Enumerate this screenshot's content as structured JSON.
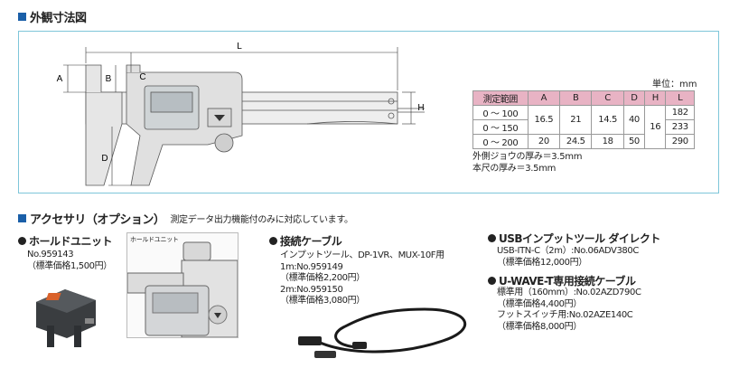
{
  "section_dimensions": {
    "title": "外観寸法図"
  },
  "drawing_labels": {
    "L": "L",
    "A": "A",
    "B": "B",
    "C": "C",
    "D": "D",
    "H": "H"
  },
  "unit_label": "単位：mm",
  "spec_table": {
    "headers": [
      "測定範囲",
      "A",
      "B",
      "C",
      "D",
      "H",
      "L"
    ],
    "rows": [
      {
        "range": "0 〜 100",
        "A": "16.5",
        "B": "21",
        "C": "14.5",
        "D": "40",
        "H": "16",
        "L": "182"
      },
      {
        "range": "0 〜 150",
        "L": "233"
      },
      {
        "range": "0 〜 200",
        "A": "20",
        "B": "24.5",
        "C": "18",
        "D": "50",
        "L": "290"
      }
    ]
  },
  "spec_notes": [
    "外側ジョウの厚み＝3.5mm",
    "本尺の厚み＝3.5mm"
  ],
  "section_accessories": {
    "title": "アクセサリ（オプション）",
    "note": "測定データ出力機能付のみに対応しています。"
  },
  "hold_unit": {
    "title": "ホールドユニット",
    "lines": [
      "No.959143",
      "（標準価格1,500円）"
    ],
    "photo_label": "ホールドユニット"
  },
  "connection_cable": {
    "title": "接続ケーブル",
    "lines": [
      "インプットツール、DP-1VR、MUX-10F用",
      "1m:No.959149",
      "（標準価格2,200円）",
      "2m:No.959150",
      "（標準価格3,080円）"
    ]
  },
  "usb_tool": {
    "title": "USBインプットツール ダイレクト",
    "lines": [
      "USB-ITN-C（2m）:No.06ADV380C",
      "（標準価格12,000円）"
    ]
  },
  "uwave_cable": {
    "title": "U-WAVE-T専用接続ケーブル",
    "lines": [
      "標準用（160mm）:No.02AZD790C",
      "（標準価格4,400円）",
      "フットスイッチ用:No.02AZE140C",
      "（標準価格8,000円）"
    ]
  },
  "colors": {
    "accent": "#1a5fa8",
    "table_header": "#e8b3c4",
    "box_border": "#7ec6d9"
  }
}
